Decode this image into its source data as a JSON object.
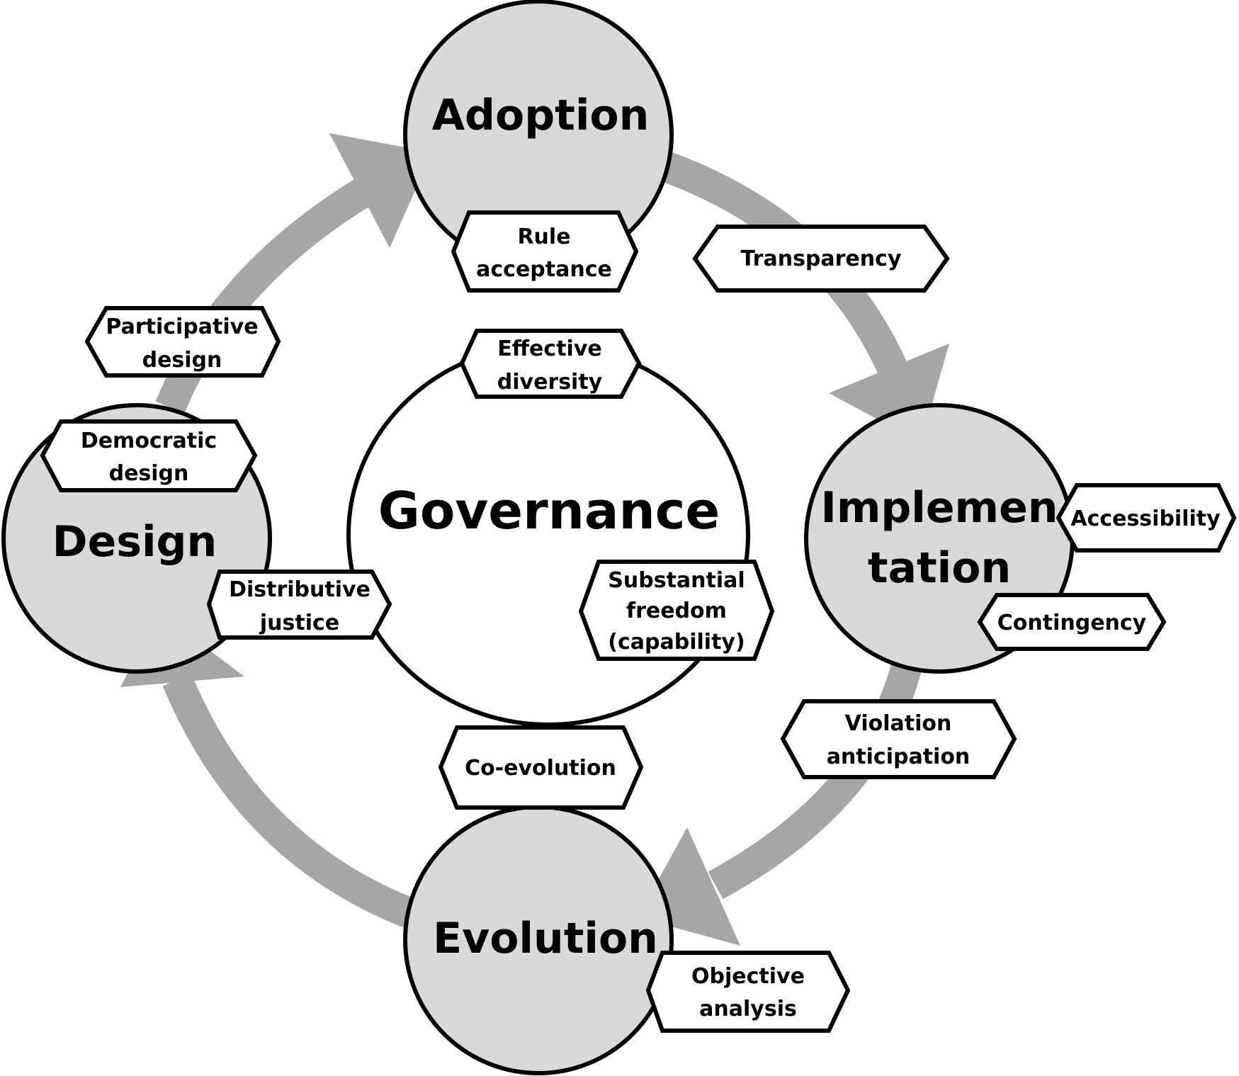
{
  "colors": {
    "stage_fill": "#d9d9d9",
    "center_fill": "#ffffff",
    "arrow": "#a6a6a6",
    "outline": "#000000"
  },
  "center": {
    "label": "Governance"
  },
  "stages": {
    "adoption": {
      "label": "Adoption"
    },
    "implementation": {
      "line1": "Implemen",
      "line2": "tation"
    },
    "evolution": {
      "label": "Evolution"
    },
    "design": {
      "label": "Design"
    }
  },
  "tags": {
    "rule_acceptance": [
      "Rule",
      "acceptance"
    ],
    "transparency": [
      "Transparency"
    ],
    "participative_design": [
      "Participative",
      "design"
    ],
    "effective_diversity": [
      "Effective",
      "diversity"
    ],
    "democratic_design": [
      "Democratic",
      "design"
    ],
    "accessibility": [
      "Accessibility"
    ],
    "distributive_justice": [
      "Distributive",
      "justice"
    ],
    "substantial_freedom": [
      "Substantial",
      "freedom",
      "(capability)"
    ],
    "contingency": [
      "Contingency"
    ],
    "violation_anticipation": [
      "Violation",
      "anticipation"
    ],
    "co_evolution": [
      "Co-evolution"
    ],
    "objective_analysis": [
      "Objective",
      "analysis"
    ]
  }
}
